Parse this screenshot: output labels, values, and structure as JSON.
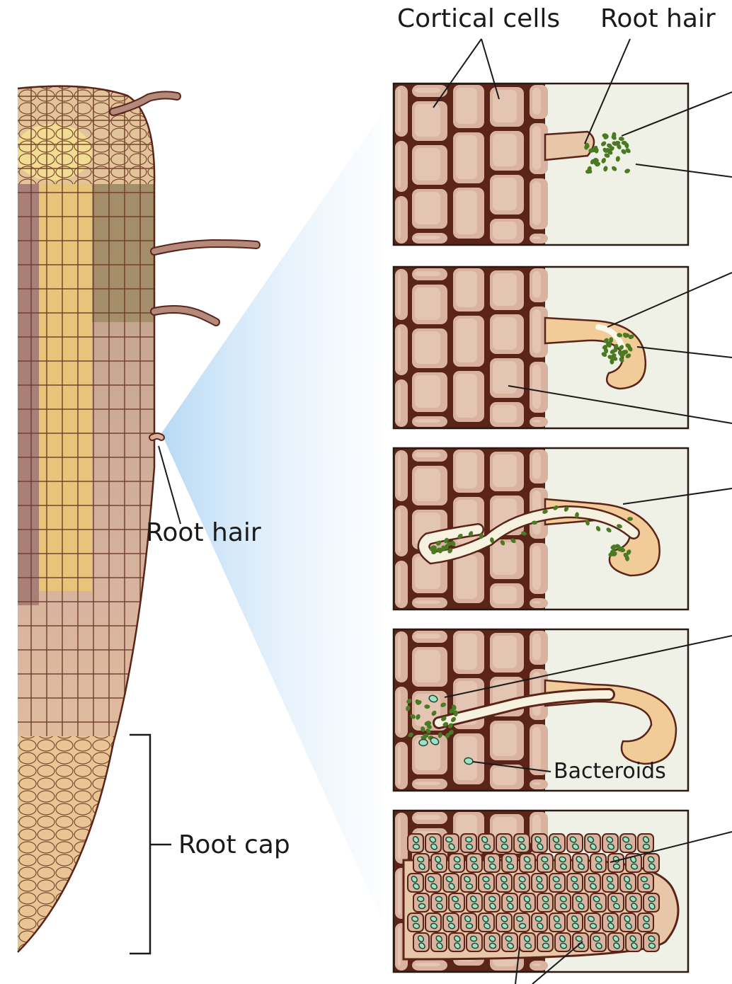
{
  "labels": {
    "cortical_cells": "Cortical cells",
    "root_hair_top": "Root hair",
    "root_hair_left": "Root hair",
    "root_cap": "Root cap",
    "bacteroids": "Bacteroids"
  },
  "colors": {
    "cell_wall": "#5a2418",
    "cell_fill": "#d9b3a0",
    "cell_highlight": "#ecd2c2",
    "panel_bg": "#eff0e6",
    "hair_fill": "#f2cc98",
    "bacteria": "#4a7a22",
    "bacteroid_fill": "#9fe0c8",
    "beam": "#bcdcf5",
    "root_pink": "#c9a096",
    "root_yellow": "#e8c47a",
    "root_olive": "#9c8a60",
    "root_tan": "#e3bf90"
  },
  "panels": [
    {
      "stage": 1,
      "description_visible": false
    },
    {
      "stage": 2,
      "description_visible": false
    },
    {
      "stage": 3,
      "description_visible": false
    },
    {
      "stage": 4,
      "description_visible": false
    },
    {
      "stage": 5,
      "description_visible": false
    }
  ]
}
